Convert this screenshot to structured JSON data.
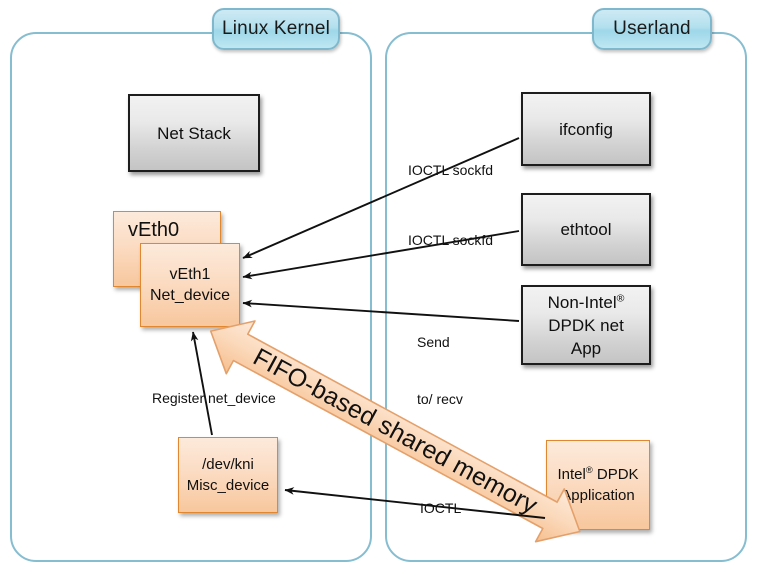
{
  "panels": [
    {
      "id": "kernel",
      "title": "Linux Kernel"
    },
    {
      "id": "userland",
      "title": "Userland"
    }
  ],
  "kernel": {
    "net_stack": "Net Stack",
    "veth0": "vEth0",
    "veth1_line1": "vEth1",
    "veth1_line2": "Net_device",
    "kni_line1": "/dev/kni",
    "kni_line2": "Misc_device"
  },
  "userland": {
    "ifconfig": "ifconfig",
    "ethtool": "ethtool",
    "non_intel_line1": "Non-Intel",
    "non_intel_sup": "®",
    "non_intel_line2": "DPDK net",
    "non_intel_line3": "App",
    "dpdk_line1_pre": "Intel",
    "dpdk_line1_sup": "®",
    "dpdk_line1_post": " DPDK",
    "dpdk_line2": "Application"
  },
  "connections": {
    "ioctl_sockfd_1": "IOCTL sockfd",
    "ioctl_sockfd_2": "IOCTL sockfd",
    "send_recv_line1": "Send",
    "send_recv_line2": "to/ recv",
    "send_recv_line3": "/IOCTL",
    "register_net_device": "Register net_device",
    "ioctl_bottom": "IOCTL"
  },
  "banner": {
    "text": "FIFO-based shared memory"
  },
  "colors": {
    "panel_border": "#86bdd0",
    "pill_fill": "#b3e0ee",
    "gray_box_top": "#f2f2f2",
    "gray_box_bottom": "#c4c4c4",
    "gray_box_border": "#1d1d1d",
    "orange_box_top": "#fdeadb",
    "orange_box_bottom": "#f8c79d",
    "orange_box_border": "#e0872f",
    "banner_fill": "#fbd3ad",
    "arrow_stroke": "#111111",
    "text": "#111111"
  }
}
